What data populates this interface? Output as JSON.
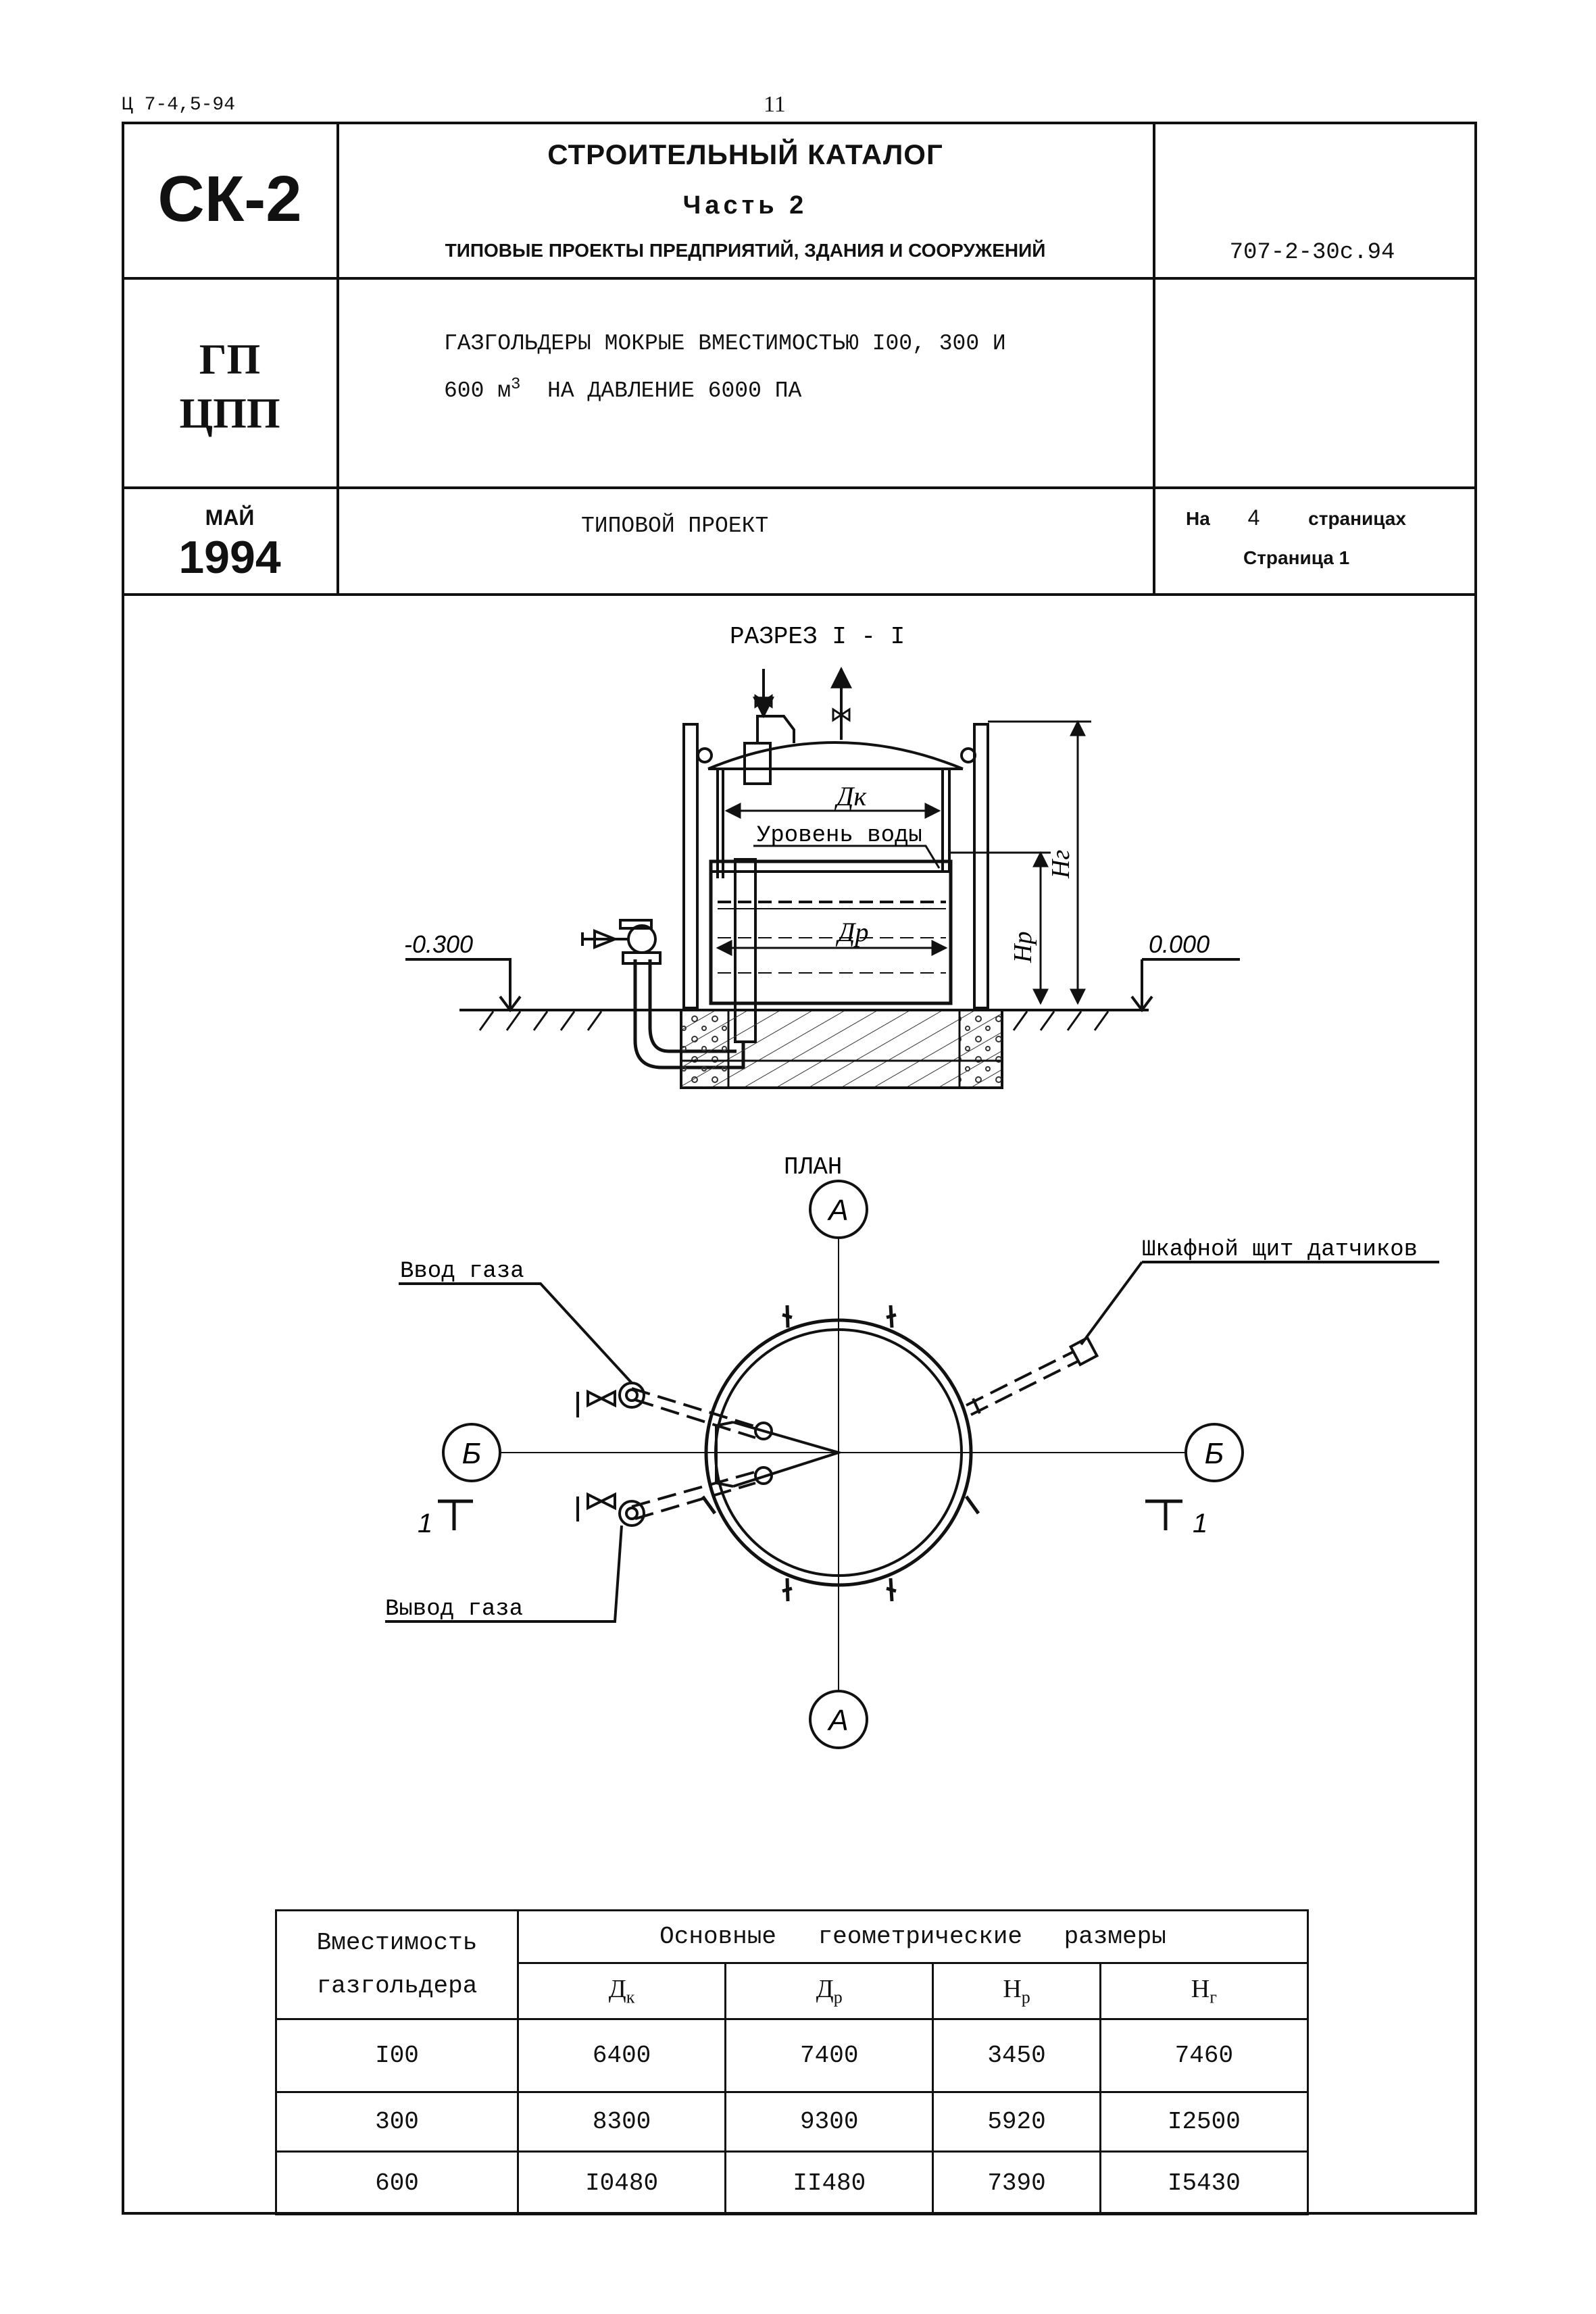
{
  "top_code": "Ц 7-4,5-94",
  "page_number": "11",
  "header": {
    "series_code": "СК-2",
    "catalog_title": "СТРОИТЕЛЬНЫЙ КАТАЛОГ",
    "part": "Часть 2",
    "subtitle": "ТИПОВЫЕ ПРОЕКТЫ ПРЕДПРИЯТИЙ, ЗДАНИЯ И СООРУЖЕНИЙ",
    "project_number": "707-2-30с.94",
    "org_line1": "ГП",
    "org_line2": "ЦПП",
    "description_line1": "ГАЗГОЛЬДЕРЫ МОКРЫЕ ВМЕСТИМОСТЬЮ I00, 300 И",
    "description_line2_a": "600 м",
    "description_line2_sup": "3",
    "description_line2_b": "НА ДАВЛЕНИЕ 6000 ПА",
    "month": "МАЙ",
    "year": "1994",
    "doc_type": "ТИПОВОЙ ПРОЕКТ",
    "pages_prefix": "На",
    "pages_count": "4",
    "pages_suffix": "страницах",
    "page_label": "Страница 1"
  },
  "section": {
    "title": "РАЗРЕЗ I - I",
    "dk": "Дк",
    "dr": "Др",
    "water_level": "Уровень воды",
    "hr": "Нр",
    "hg": "Нг",
    "mark_left": "-0.300",
    "mark_right": "0.000"
  },
  "plan": {
    "title": "ПЛАН",
    "axis_a": "А",
    "axis_b": "Б",
    "cut_mark": "1",
    "gas_in": "Ввод газа",
    "gas_out": "Вывод газа",
    "sensor_panel": "Шкафной щит датчиков"
  },
  "table": {
    "col_capacity_1": "Вместимость",
    "col_capacity_2": "газгольдера",
    "col_group": "Основные геометрические размеры",
    "sub_headers": [
      {
        "main": "Д",
        "sub": "к"
      },
      {
        "main": "Д",
        "sub": "р"
      },
      {
        "main": "Н",
        "sub": "р"
      },
      {
        "main": "Н",
        "sub": "г"
      }
    ],
    "rows": [
      {
        "capacity": "I00",
        "dk": "6400",
        "dr": "7400",
        "hr": "3450",
        "hg": "7460"
      },
      {
        "capacity": "300",
        "dk": "8300",
        "dr": "9300",
        "hr": "5920",
        "hg": "I2500"
      },
      {
        "capacity": "600",
        "dk": "I0480",
        "dr": "II480",
        "hr": "7390",
        "hg": "I5430"
      }
    ]
  }
}
